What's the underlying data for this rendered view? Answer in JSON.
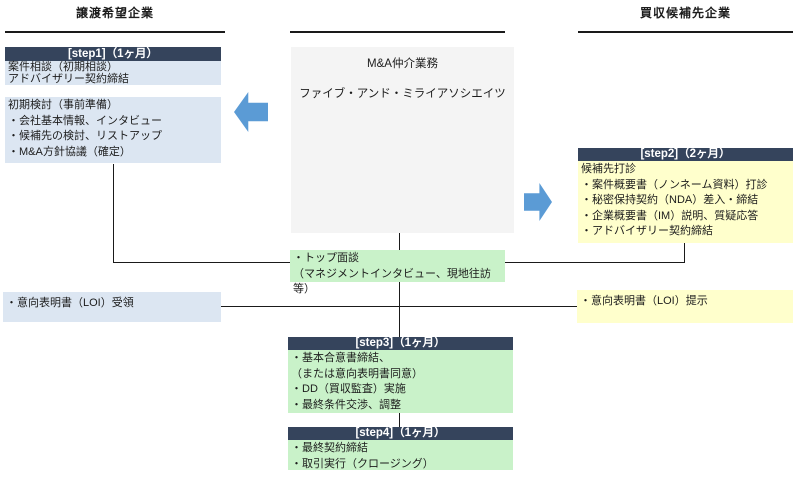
{
  "columns": {
    "left_title": "譲渡希望企業",
    "right_title": "買収候補先企業"
  },
  "intermediary": {
    "title": "M&A仲介業務",
    "company": "ファイブ・アンド・ミライアソシエイツ"
  },
  "step1": {
    "header": "[step1]（1ヶ月）",
    "box1_lines": [
      "案件相談（初期相談）",
      "アドバイザリー契約締結"
    ],
    "box2_lines": [
      "初期検討（事前準備）",
      "・会社基本情報、インタビュー",
      "・候補先の検討、リストアップ",
      "・M&A方針協議（確定）"
    ]
  },
  "step2": {
    "header": "[step2]（2ヶ月）",
    "lines": [
      "候補先打診",
      "・案件概要書（ノンネーム資料）打診",
      "・秘密保持契約（NDA）差入・締結",
      "・企業概要書（IM）説明、質疑応答",
      "・アドバイザリー契約締結"
    ]
  },
  "top_meeting": {
    "lines": [
      "・トップ面談",
      "（マネジメントインタビュー、現地往訪等）"
    ]
  },
  "loi": {
    "left": "・意向表明書（LOI）受領",
    "right": "・意向表明書（LOI）提示"
  },
  "step3": {
    "header": "[step3]（1ヶ月）",
    "lines": [
      "・基本合意書締結、",
      "（または意向表明書同意）",
      "・DD（買収監査）実施",
      "・最終条件交渉、調整"
    ]
  },
  "step4": {
    "header": "[step4]（1ヶ月）",
    "lines": [
      "・最終契約締結",
      "・取引実行（クロージング）"
    ]
  },
  "colors": {
    "header_bg": "#35445c",
    "blue_box": "#dce6f2",
    "yellow_box": "#ffffcc",
    "green_box": "#c9f2c9",
    "gray_box": "#f4f4f4",
    "arrow": "#5b9bd5"
  }
}
